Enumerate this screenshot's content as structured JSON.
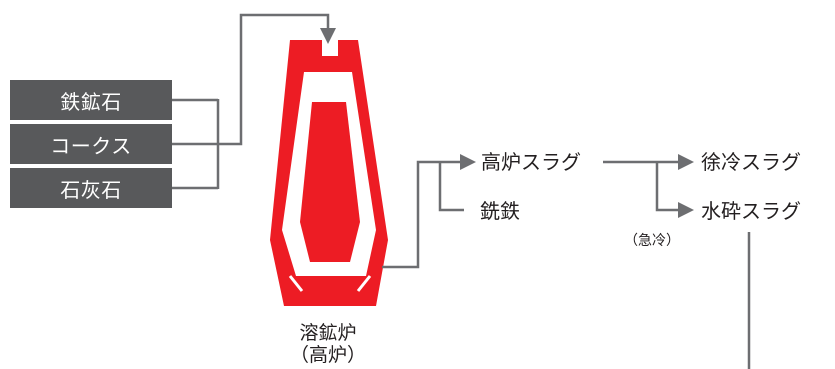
{
  "inputs": [
    "鉄鉱石",
    "コークス",
    "石灰石"
  ],
  "furnace": {
    "name": "溶鉱炉",
    "subname": "（高炉）"
  },
  "outputs": {
    "slag": "高炉スラグ",
    "iron": "銑鉄"
  },
  "slag_types": {
    "slow": "徐冷スラグ",
    "water": "水砕スラグ"
  },
  "cooling_note": "（急冷）",
  "colors": {
    "box": "#58595b",
    "line": "#6d6e71",
    "furnace_red": "#ed1c24",
    "text": "#231f20"
  }
}
